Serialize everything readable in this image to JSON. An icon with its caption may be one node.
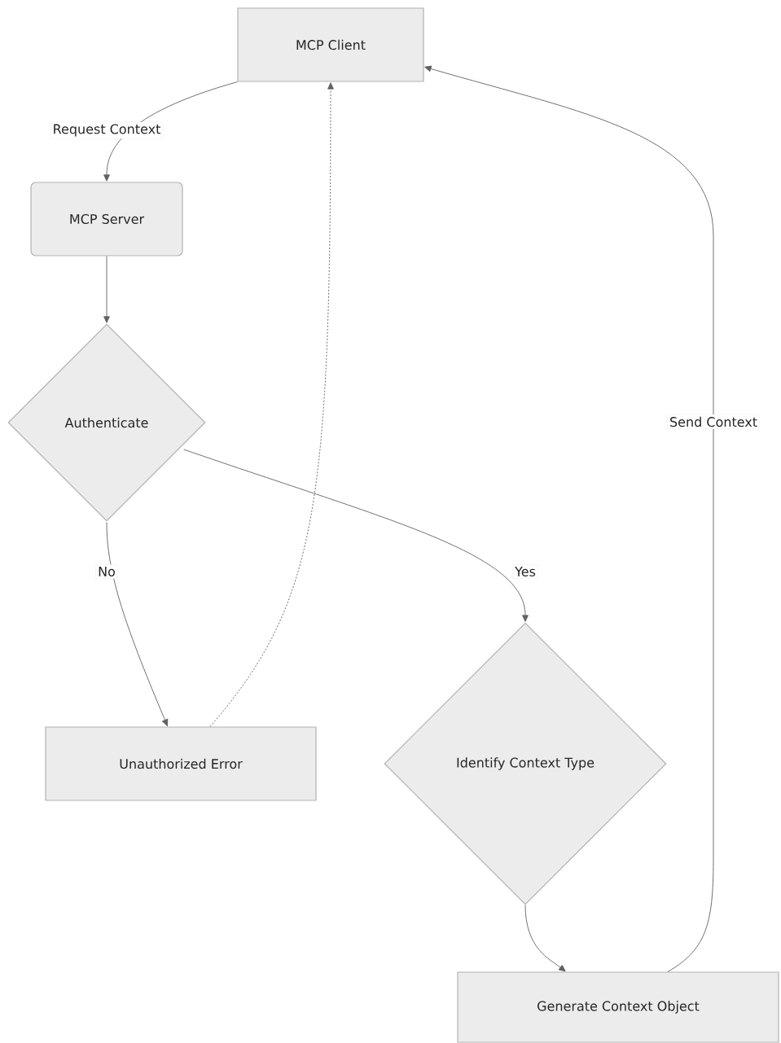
{
  "diagram": {
    "nodes": [
      {
        "text": [
          "MCP Client"
        ]
      },
      {
        "text": [
          "MCP Server"
        ]
      },
      {
        "text": [
          "Authenticate"
        ]
      },
      {
        "text": [
          "Unauthorized Error"
        ]
      },
      {
        "text": [
          "Identify Context Type"
        ]
      },
      {
        "text": [
          "Generate Context Object"
        ]
      }
    ],
    "edges": [
      {
        "from": 0,
        "to": 1,
        "arrow": "to",
        "label": "Request Context"
      },
      {
        "from": 1,
        "to": 2,
        "arrow": "to"
      },
      {
        "from": 2,
        "to": 3,
        "arrow": "to",
        "label": "No"
      },
      {
        "from": 2,
        "to": 4,
        "arrow": "to",
        "label": "Yes"
      },
      {
        "from": 3,
        "to": 0,
        "arrow": "to",
        "style": "dashed"
      },
      {
        "from": 4,
        "to": 5,
        "arrow": "to"
      },
      {
        "from": 5,
        "to": 0,
        "arrow": "to",
        "label": "Send Context"
      }
    ]
  }
}
